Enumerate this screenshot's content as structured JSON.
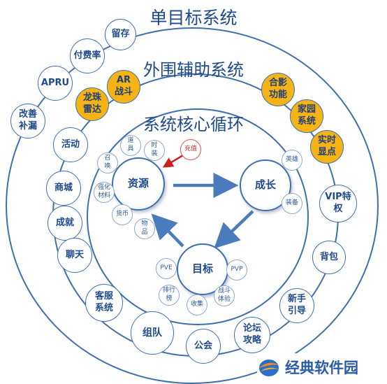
{
  "titles": {
    "single": "单目标系统",
    "aux": "外围辅助系统",
    "core": "系统核心循环"
  },
  "outer_nodes": {
    "retention": "留存",
    "pay_rate": "付费率",
    "arpu": "APRU",
    "improve": "改善\n补漏",
    "activity": "活动",
    "mall": "商城",
    "achievement": "成就",
    "chat": "聊天",
    "service": "客服\n系统",
    "team": "组队",
    "guild": "公会",
    "forum": "论坛\n攻略",
    "newbie": "新手\n引导",
    "bag": "背包",
    "vip": "VIP特\n权"
  },
  "aux_nodes": {
    "ar_battle": "AR\n战斗",
    "dragon_radar": "龙珠\n雷达",
    "photo": "合影\n功能",
    "home": "家园\n系统",
    "realtime": "实时\n显点"
  },
  "core_nodes": {
    "resource": "资源",
    "growth": "成长",
    "target": "目标"
  },
  "small_nodes": {
    "props": "道\n具",
    "fashion": "时\n装",
    "recharge": "充值",
    "summon": "召\n唤",
    "enhance_mat": "强化\n材料",
    "currency": "货币",
    "items": "物\n品",
    "hero": "英雄",
    "equip": "装备",
    "pve": "PVE",
    "pvp": "PVP",
    "ranking": "排行\n榜",
    "collect": "收集",
    "battle_exp": "战斗\n体验"
  },
  "colors": {
    "ring": "#3f6fae",
    "title": "#1e4a8c",
    "gold": "#f5b316",
    "red": "#d9534f",
    "arrow": "#4a7bbd"
  },
  "watermark": {
    "text": "经典软件园"
  }
}
